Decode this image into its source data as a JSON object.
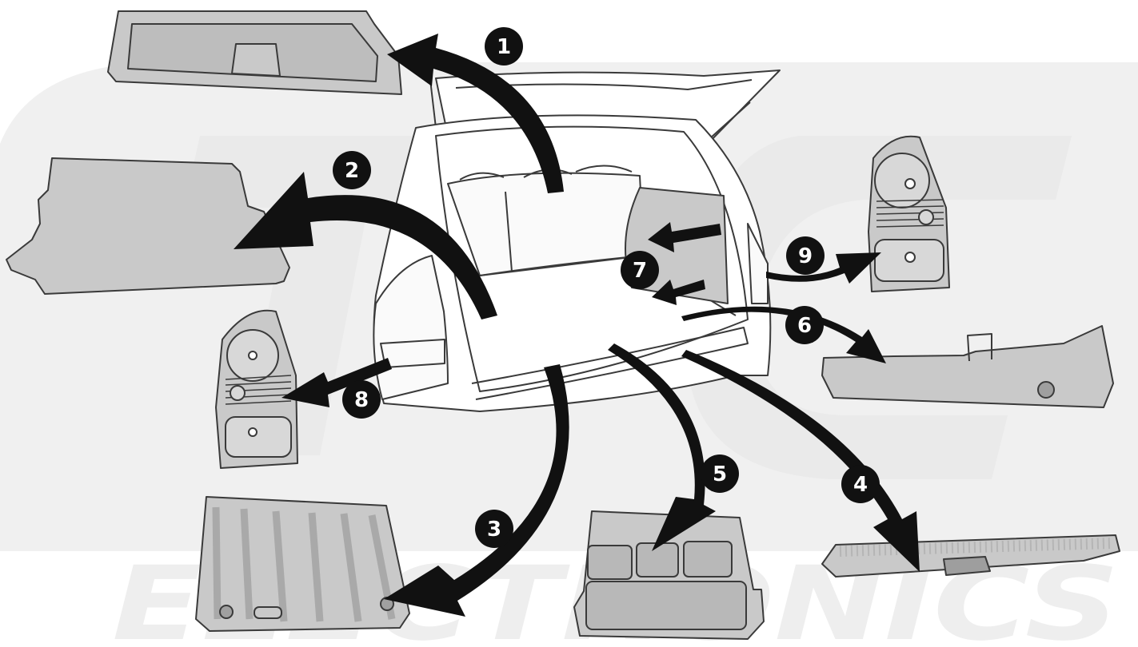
{
  "colors": {
    "background": "#ffffff",
    "watermark_band": "#f0f0f0",
    "watermark_text": "#e9e9e9",
    "part_fill": "#c9c9c9",
    "part_stroke": "#3a3a3a",
    "arrow": "#111111",
    "callout_circle": "#111111",
    "callout_text": "#ffffff"
  },
  "watermark": {
    "brand": "ELECTRONICS"
  },
  "callouts": [
    {
      "n": "1",
      "part": "parcel-shelf"
    },
    {
      "n": "2",
      "part": "boot-floor-carpet"
    },
    {
      "n": "3",
      "part": "boot-floor-board"
    },
    {
      "n": "4",
      "part": "rear-sill-trim"
    },
    {
      "n": "5",
      "part": "storage-tray"
    },
    {
      "n": "6",
      "part": "right-side-trim-panel"
    },
    {
      "n": "7",
      "part": "side-cover-fasteners"
    },
    {
      "n": "8",
      "part": "left-tail-light"
    },
    {
      "n": "9",
      "part": "right-tail-light"
    }
  ]
}
